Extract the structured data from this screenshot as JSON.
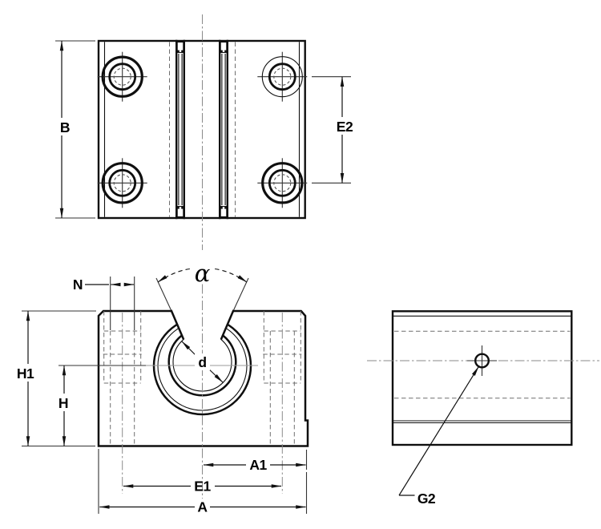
{
  "diagram": {
    "kind": "engineering-drawing",
    "subject": "open-type linear bearing pillow block, three orthographic views",
    "views": [
      {
        "id": "top-view",
        "dimension_labels": [
          "B",
          "E2"
        ]
      },
      {
        "id": "front-view",
        "dimension_labels": [
          "N",
          "α",
          "d",
          "H1",
          "H",
          "A1",
          "E1",
          "A"
        ]
      },
      {
        "id": "side-view",
        "dimension_labels": [
          "G2"
        ]
      }
    ],
    "labels": {
      "B": "B",
      "E2": "E2",
      "N": "N",
      "alpha": "α",
      "d": "d",
      "H1": "H1",
      "H": "H",
      "A1": "A1",
      "E1": "E1",
      "A": "A",
      "G2": "G2"
    },
    "colors": {
      "outline": "#0f0f0f",
      "hidden_line": "#6e6e6e",
      "center_line": "#8a8a8a",
      "dimension": "#111111",
      "background": "#ffffff"
    }
  }
}
